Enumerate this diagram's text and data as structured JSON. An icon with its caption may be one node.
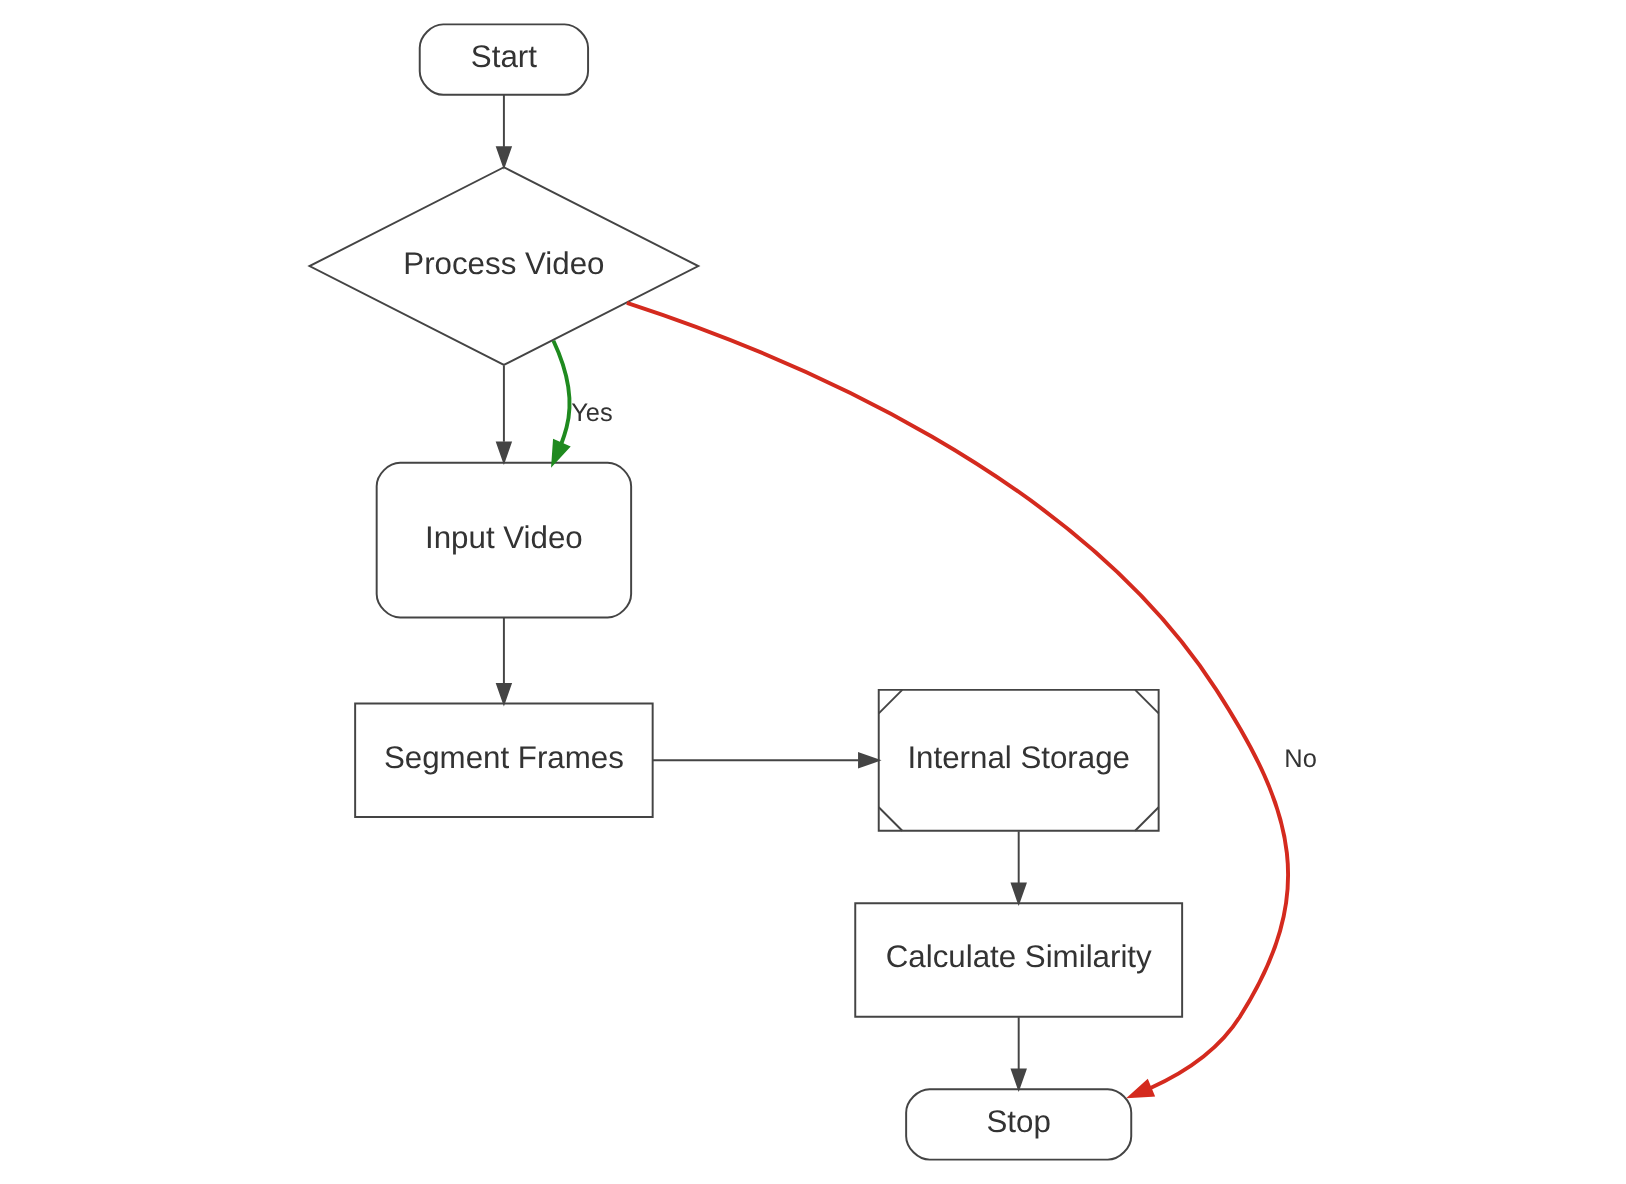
{
  "diagram": {
    "nodes": [
      {
        "text": [
          "Start"
        ]
      },
      {
        "text": [
          "Process Video"
        ]
      },
      {
        "text": [
          "Input Video"
        ]
      },
      {
        "text": [
          "Segment Frames"
        ]
      },
      {
        "text": [
          "Internal Storage"
        ]
      },
      {
        "text": [
          "Calculate Similarity"
        ]
      },
      {
        "text": [
          "Stop"
        ]
      }
    ],
    "edges": [
      {
        "from": 0,
        "to": 1,
        "arrow": "to"
      },
      {
        "from": 1,
        "to": 2,
        "arrow": "to"
      },
      {
        "from": 1,
        "to": 2,
        "arrow": "to",
        "label": "Yes",
        "color": "#1f8a1f"
      },
      {
        "from": 1,
        "to": 6,
        "arrow": "to",
        "label": "No",
        "color": "#d42a1e"
      },
      {
        "from": 2,
        "to": 3,
        "arrow": "to"
      },
      {
        "from": 3,
        "to": 4,
        "arrow": "to"
      },
      {
        "from": 4,
        "to": 5,
        "arrow": "to"
      },
      {
        "from": 5,
        "to": 6,
        "arrow": "to"
      }
    ]
  }
}
